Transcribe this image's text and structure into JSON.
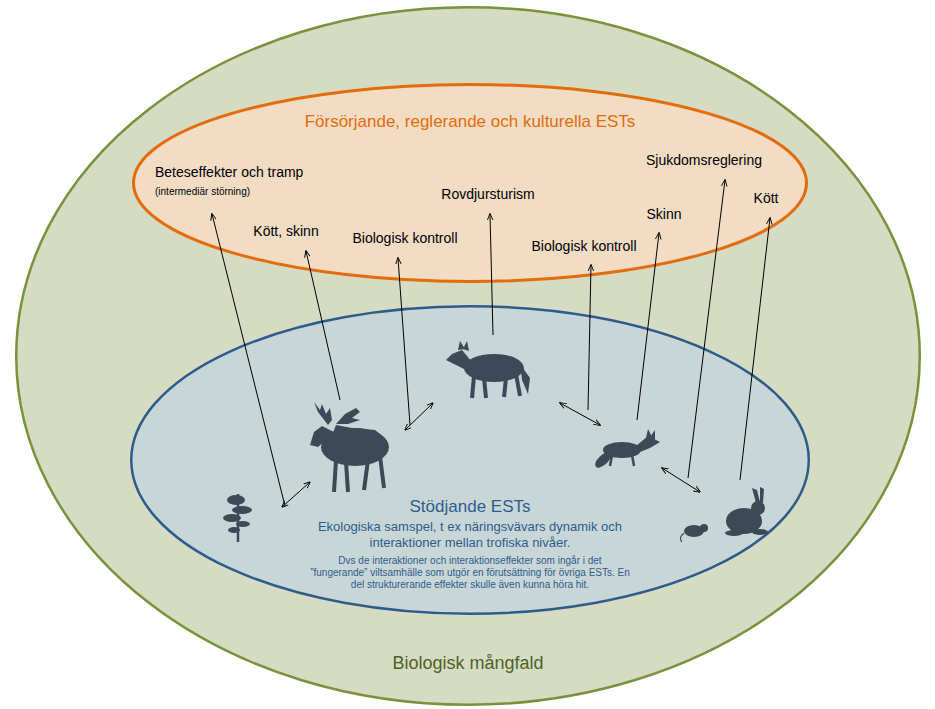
{
  "diagram": {
    "nodes": [
      {
        "text": [
          "Biologisk mångfald"
        ]
      },
      {
        "text": [
          "Försörjande, reglerande och kulturella ESTs"
        ],
        "in": 0
      },
      {
        "text": [
          "Stödjande ESTs",
          "Ekologiska samspel, t ex näringsvävars dynamik och interaktioner mellan trofiska nivåer.",
          "Dvs de interaktioner och interaktionseffekter som ingår i det ”fungerande” viltsamhälle som utgör en förutsättning för övriga ESTs. En del strukturerande effekter skulle även kunna höra hit."
        ],
        "in": 0
      }
    ],
    "labels": [
      "Beteseffekter och tramp",
      "(intermediär störning)",
      "Kött, skinn",
      "Biologisk kontroll",
      "Rovdjursturism",
      "Biologisk kontroll",
      "Skinn",
      "Sjukdomsreglering",
      "Kött"
    ]
  }
}
